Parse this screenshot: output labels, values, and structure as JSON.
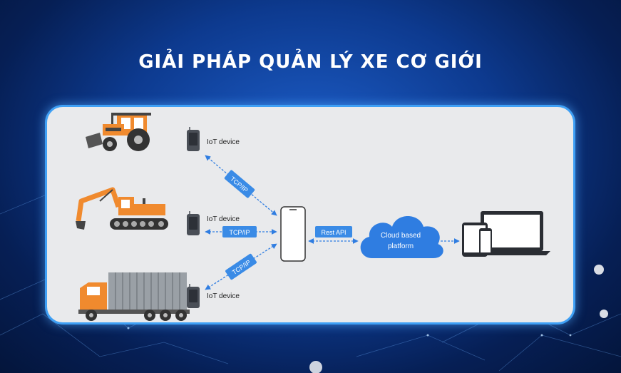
{
  "title": "GIẢI PHÁP QUẢN LÝ XE CƠ GIỚI",
  "devices": [
    {
      "label": "IoT device",
      "protocol": "TCP/IP"
    },
    {
      "label": "IoT device",
      "protocol": "TCP/IP"
    },
    {
      "label": "IoT device",
      "protocol": "TCP/IP"
    }
  ],
  "api_label": "Rest API",
  "cloud": {
    "line1": "Cloud based",
    "line2": "platform"
  },
  "colors": {
    "accent": "#2f7de1",
    "machine_orange": "#f08a2e",
    "panel": "#e9eaec",
    "glow": "#3fa0f5"
  },
  "icons": [
    "tractor-icon",
    "excavator-icon",
    "truck-icon",
    "iot-device-icon",
    "gateway-phone-icon",
    "cloud-icon",
    "devices-icon"
  ]
}
